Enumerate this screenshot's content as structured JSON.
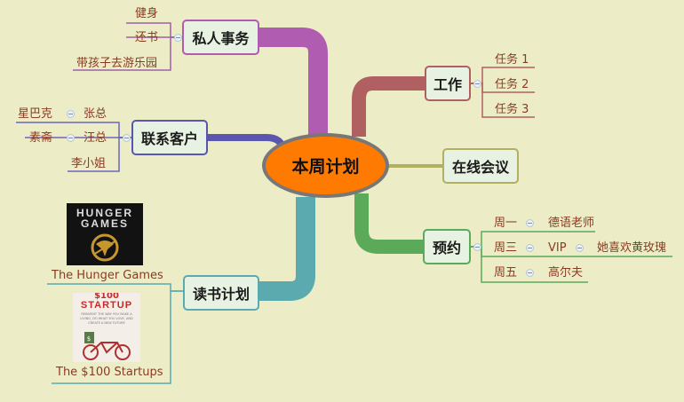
{
  "central": "本周计划",
  "branches": {
    "personal": {
      "label": "私人事务",
      "items": [
        "健身",
        "还书",
        "带孩子去游乐园"
      ]
    },
    "clients": {
      "label": "联系客户",
      "items": [
        {
          "name": "星巴克",
          "contact": "张总"
        },
        {
          "name": "素斋",
          "contact": "汪总"
        },
        {
          "name": "李小姐"
        }
      ]
    },
    "reading": {
      "label": "读书计划",
      "books": [
        "The Hunger Games",
        "The $100 Startups"
      ]
    },
    "work": {
      "label": "工作",
      "items": [
        "任务 1",
        "任务 2",
        "任务 3"
      ]
    },
    "meeting": {
      "label": "在线会议"
    },
    "appointments": {
      "label": "预约",
      "items": [
        {
          "day": "周一",
          "detail": "德语老师"
        },
        {
          "day": "周三",
          "detail": "VIP",
          "note": "她喜欢黄玫瑰"
        },
        {
          "day": "周五",
          "detail": "高尔夫"
        }
      ]
    }
  },
  "cover1": {
    "title_line1": "HUNGER",
    "title_line2": "GAMES"
  },
  "cover2": {
    "price": "$100",
    "title": "STARTUP",
    "sub": "REINVENT THE WAY YOU MAKE A LIVING, DO WHAT YOU LOVE, AND CREATE A NEW FUTURE"
  },
  "colors": {
    "background": "#ececc6",
    "central_fill": "#ff7a00",
    "personal": "#b05cb0",
    "clients": "#5a56b0",
    "reading": "#5aaab0",
    "work": "#b06060",
    "meeting": "#b0b060",
    "appointments": "#5aaa5a"
  }
}
